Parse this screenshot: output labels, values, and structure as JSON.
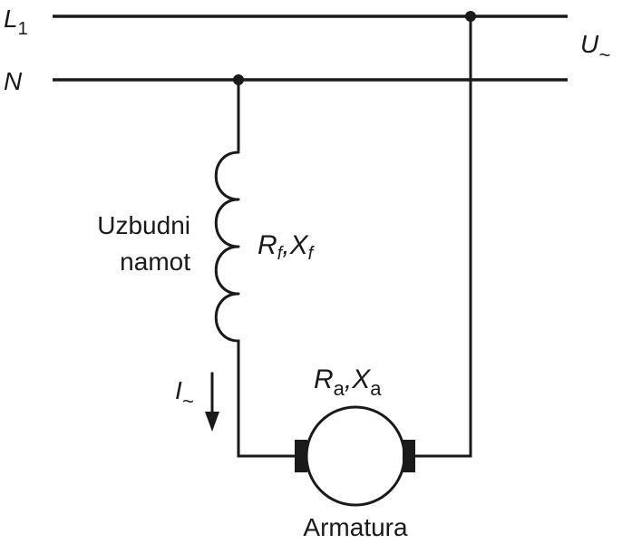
{
  "labels": {
    "line_main": "L",
    "line_sub": "1",
    "neutral": "N",
    "voltage_main": "U",
    "voltage_sub": "~",
    "field_winding_line1": "Uzbudni",
    "field_winding_line2": "namot",
    "field_params": {
      "r": "R",
      "r_sub": "f",
      "sep": ",",
      "x": "X",
      "x_sub": "f"
    },
    "current_main": "I",
    "current_sub": "~",
    "armature_params": {
      "r": "R",
      "r_sub": "a",
      "sep": ",",
      "x": "X",
      "x_sub": "a"
    },
    "armature": "Armatura"
  },
  "colors": {
    "ink": "#1a1a1a",
    "background": "#ffffff"
  }
}
